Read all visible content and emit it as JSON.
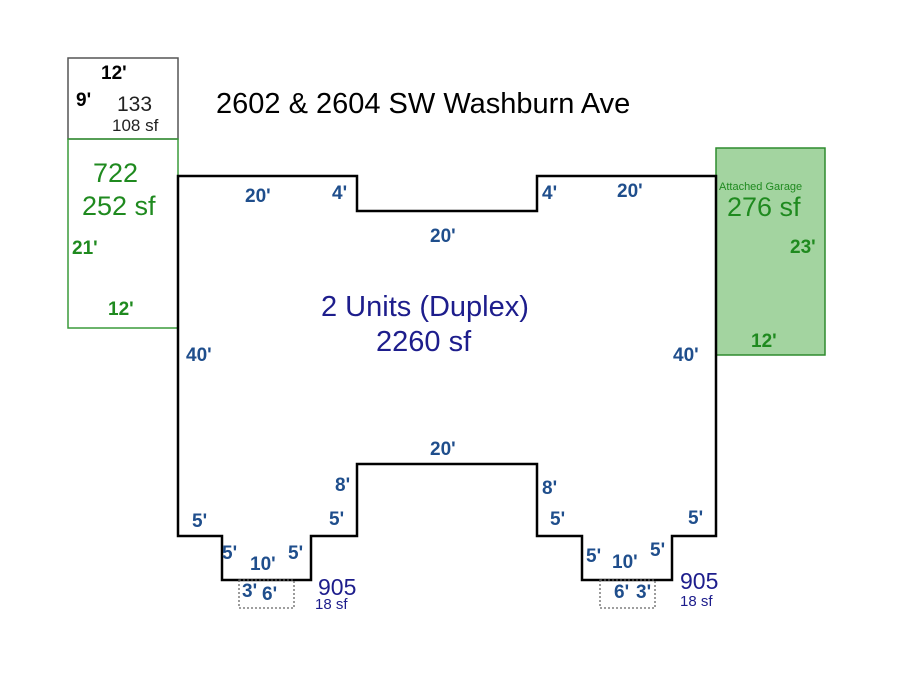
{
  "title": "2602 & 2604 SW Washburn Ave",
  "colors": {
    "dimension": "#1f4e8c",
    "area": "#1d1d8c",
    "green": "#1f8a1f",
    "garage_fill": "#a3d4a0"
  },
  "porch_top": {
    "code": "133",
    "area": "108 sf",
    "width": "12'",
    "depth": "9'"
  },
  "left_addition": {
    "code": "722",
    "area": "252 sf",
    "depth": "21'",
    "width": "12'"
  },
  "garage": {
    "label": "Attached Garage",
    "area": "276 sf",
    "depth": "23'",
    "width": "12'"
  },
  "main": {
    "label": "2 Units (Duplex)",
    "area": "2260 sf",
    "dims": {
      "top_left": "20'",
      "notch_left": "4'",
      "notch_bottom": "20'",
      "notch_right": "4'",
      "top_right": "20'",
      "left_side": "40'",
      "right_side": "40'",
      "bottom_center": "20'",
      "bottom_notch_left": "8'",
      "bottom_notch_right": "8'",
      "bl_step": "5'",
      "bl_step2": "5'",
      "bl_inner_left": "5'",
      "bl_bottom": "10'",
      "bl_inner_right": "5'",
      "br_step": "5'",
      "br_step2": "5'",
      "br_inner_left": "5'",
      "br_bottom": "10'",
      "br_inner_right": "5'"
    }
  },
  "stoop_left": {
    "code": "905",
    "area": "18 sf",
    "d1": "3'",
    "d2": "6'"
  },
  "stoop_right": {
    "code": "905",
    "area": "18 sf",
    "d1": "6'",
    "d2": "3'"
  }
}
